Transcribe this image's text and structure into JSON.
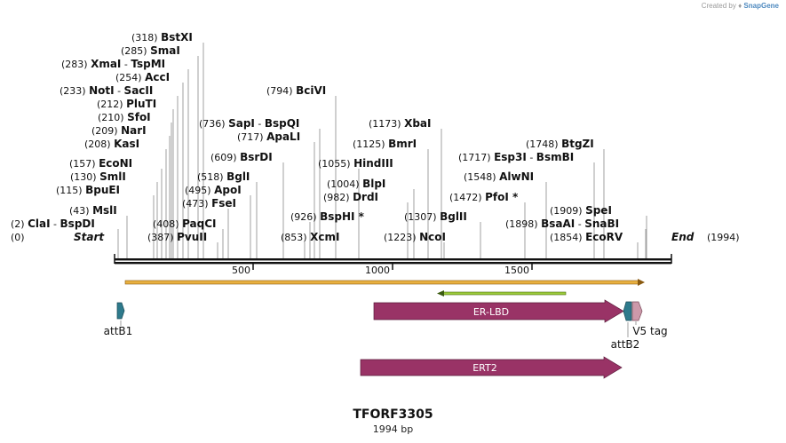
{
  "credit": {
    "prefix": "Created by",
    "brand": "SnapGene"
  },
  "plasmid": {
    "name": "TFORF3305",
    "length_label": "1994 bp"
  },
  "ruler": {
    "ticks": [
      "500",
      "1000",
      "1500"
    ]
  },
  "ends": {
    "start_label": "Start",
    "start_pos": "(0)",
    "end_label": "End",
    "end_pos": "(1994)"
  },
  "enzymes": [
    {
      "pos": "(318)",
      "names": [
        "BstXI"
      ]
    },
    {
      "pos": "(285)",
      "names": [
        "SmaI"
      ]
    },
    {
      "pos": "(283)",
      "names": [
        "XmaI",
        "TspMI"
      ]
    },
    {
      "pos": "(254)",
      "names": [
        "AccI"
      ]
    },
    {
      "pos": "(233)",
      "names": [
        "NotI",
        "SacII"
      ]
    },
    {
      "pos": "(212)",
      "names": [
        "PluTI"
      ]
    },
    {
      "pos": "(210)",
      "names": [
        "SfoI"
      ]
    },
    {
      "pos": "(209)",
      "names": [
        "NarI"
      ]
    },
    {
      "pos": "(208)",
      "names": [
        "KasI"
      ]
    },
    {
      "pos": "(157)",
      "names": [
        "EcoNI"
      ]
    },
    {
      "pos": "(130)",
      "names": [
        "SmlI"
      ]
    },
    {
      "pos": "(115)",
      "names": [
        "BpuEI"
      ]
    },
    {
      "pos": "(43)",
      "names": [
        "MslI"
      ]
    },
    {
      "pos": "(2)",
      "names": [
        "ClaI",
        "BspDI"
      ]
    },
    {
      "pos": "(736)",
      "names": [
        "SapI",
        "BspQI"
      ]
    },
    {
      "pos": "(717)",
      "names": [
        "ApaLI"
      ]
    },
    {
      "pos": "(609)",
      "names": [
        "BsrDI"
      ]
    },
    {
      "pos": "(518)",
      "names": [
        "BglI"
      ]
    },
    {
      "pos": "(495)",
      "names": [
        "ApoI"
      ]
    },
    {
      "pos": "(473)",
      "names": [
        "FseI"
      ]
    },
    {
      "pos": "(408)",
      "names": [
        "PaqCI"
      ]
    },
    {
      "pos": "(387)",
      "names": [
        "PvuII"
      ]
    },
    {
      "pos": "(794)",
      "names": [
        "BciVI"
      ]
    },
    {
      "pos": "(1055)",
      "names": [
        "HindIII"
      ]
    },
    {
      "pos": "(1004)",
      "names": [
        "BlpI"
      ]
    },
    {
      "pos": "(982)",
      "names": [
        "DrdI"
      ]
    },
    {
      "pos": "(926)",
      "names": [
        "BspHI *"
      ]
    },
    {
      "pos": "(853)",
      "names": [
        "XcmI"
      ]
    },
    {
      "pos": "(1173)",
      "names": [
        "XbaI"
      ]
    },
    {
      "pos": "(1125)",
      "names": [
        "BmrI"
      ]
    },
    {
      "pos": "(1307)",
      "names": [
        "BglII"
      ]
    },
    {
      "pos": "(1223)",
      "names": [
        "NcoI"
      ]
    },
    {
      "pos": "(1748)",
      "names": [
        "BtgZI"
      ]
    },
    {
      "pos": "(1717)",
      "names": [
        "Esp3I",
        "BsmBI"
      ]
    },
    {
      "pos": "(1548)",
      "names": [
        "AlwNI"
      ]
    },
    {
      "pos": "(1472)",
      "names": [
        "PfoI *"
      ]
    },
    {
      "pos": "(1909)",
      "names": [
        "SpeI"
      ]
    },
    {
      "pos": "(1898)",
      "names": [
        "BsaAI",
        "SnaBI"
      ]
    },
    {
      "pos": "(1854)",
      "names": [
        "EcoRV"
      ]
    }
  ],
  "features": [
    {
      "name": "ER-LBD",
      "color": "#993366"
    },
    {
      "name": "ERT2",
      "color": "#993366"
    },
    {
      "name": "attB1",
      "color": "#2e7a8c"
    },
    {
      "name": "attB2",
      "color": "#2e7a8c"
    },
    {
      "name": "V5 tag",
      "color": "#cc99aa"
    }
  ],
  "colors": {
    "backbone": "#111111",
    "orf_orange": "#e0a030",
    "orf_green": "#8ab830"
  }
}
